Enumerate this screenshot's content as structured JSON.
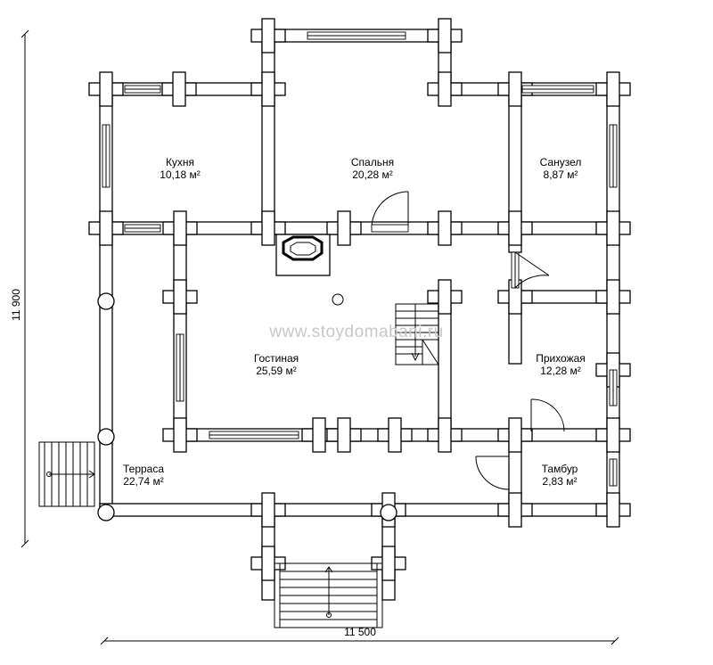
{
  "watermark": "www.stoydomabani.ru",
  "dimensions": {
    "width_label": "11 500",
    "height_label": "11 900"
  },
  "rooms": [
    {
      "id": "kitchen",
      "name": "Кухня",
      "area": "10,18 м²"
    },
    {
      "id": "bedroom",
      "name": "Спальня",
      "area": "20,28 м²"
    },
    {
      "id": "bathroom",
      "name": "Санузел",
      "area": "8,87 м²"
    },
    {
      "id": "living",
      "name": "Гостиная",
      "area": "25,59 м²"
    },
    {
      "id": "hallway",
      "name": "Прихожая",
      "area": "12,28 м²"
    },
    {
      "id": "terrace",
      "name": "Терраса",
      "area": "22,74 м²"
    },
    {
      "id": "vestibule",
      "name": "Тамбур",
      "area": "2,83 м²"
    }
  ],
  "colors": {
    "line": "#000000",
    "background": "#ffffff",
    "watermark": "#c8c8c8"
  }
}
